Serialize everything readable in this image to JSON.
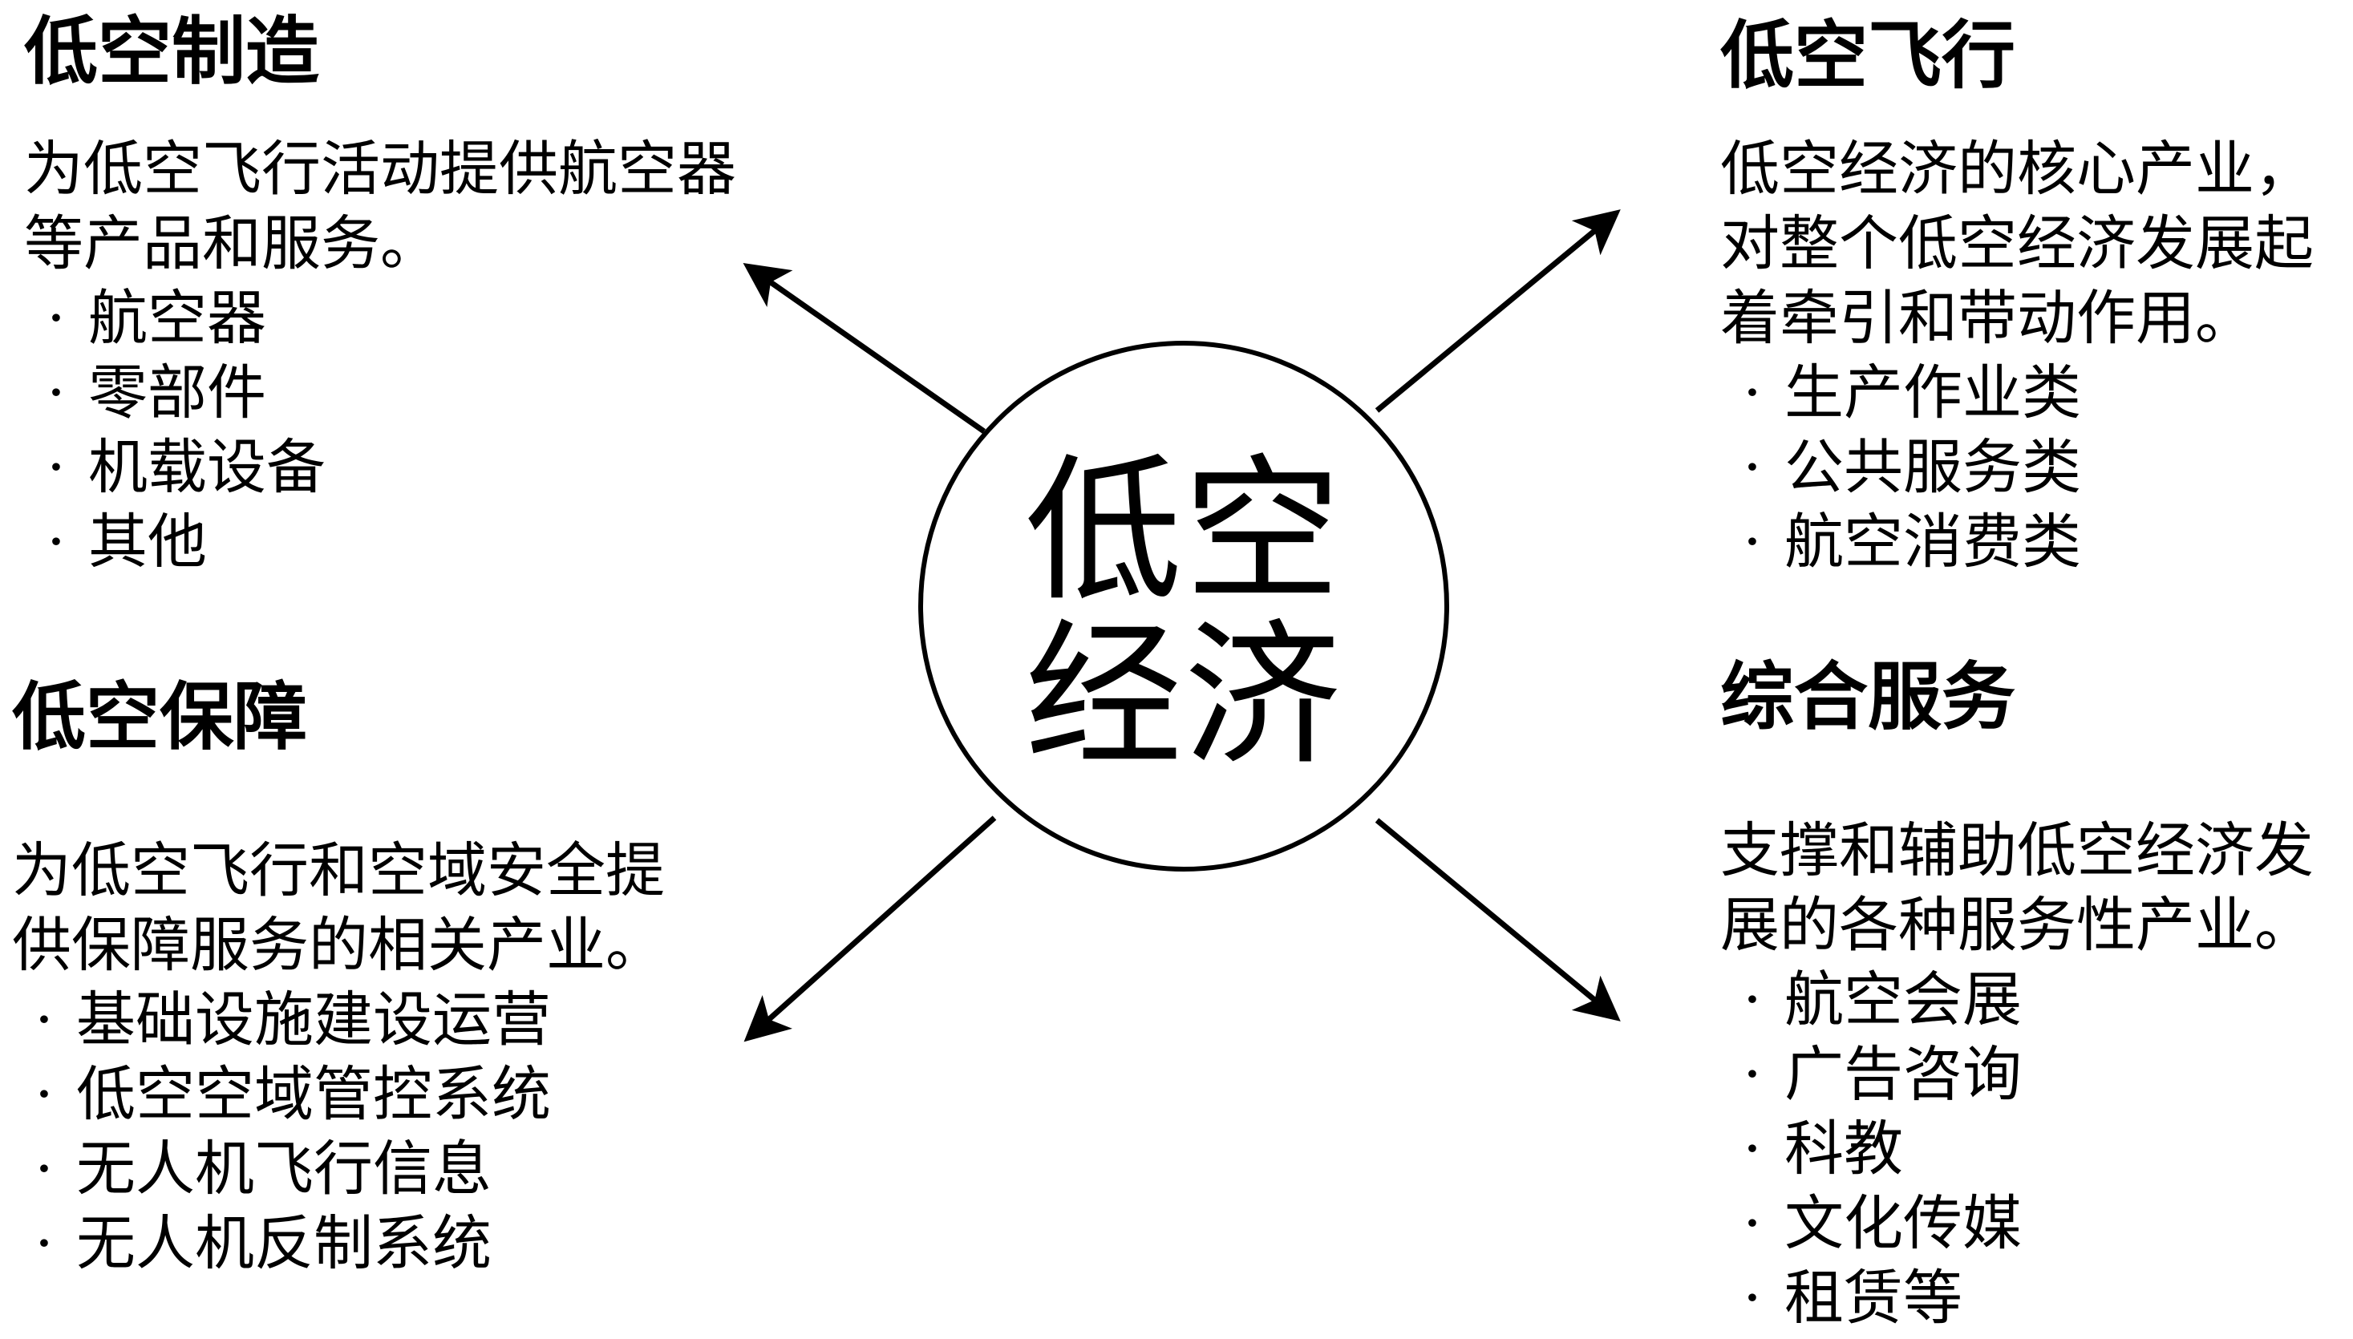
{
  "center": {
    "line1": "低空",
    "line2": "经济"
  },
  "sections": {
    "manufacturing": {
      "title": "低空制造",
      "desc": [
        "为低空飞行活动提供航空器",
        "等产品和服务。"
      ],
      "items": [
        "航空器",
        "零部件",
        "机载设备",
        "其他"
      ]
    },
    "flight": {
      "title": "低空飞行",
      "desc": [
        "低空经济的核心产业，",
        "对整个低空经济发展起",
        "着牵引和带动作用。"
      ],
      "items": [
        "生产作业类",
        "公共服务类",
        "航空消费类"
      ]
    },
    "support": {
      "title": "低空保障",
      "desc": [
        "为低空飞行和空域安全提",
        "供保障服务的相关产业。"
      ],
      "items": [
        "基础设施建设运营",
        "低空空域管控系统",
        "无人机飞行信息",
        "无人机反制系统"
      ]
    },
    "services": {
      "title": "综合服务",
      "desc": [
        "支撑和辅助低空经济发",
        "展的各种服务性产业。"
      ],
      "items": [
        "航空会展",
        "广告咨询",
        "科教",
        "文化传媒",
        "租赁等"
      ]
    }
  },
  "colors": {
    "stroke": "#000000",
    "background": "#ffffff"
  }
}
